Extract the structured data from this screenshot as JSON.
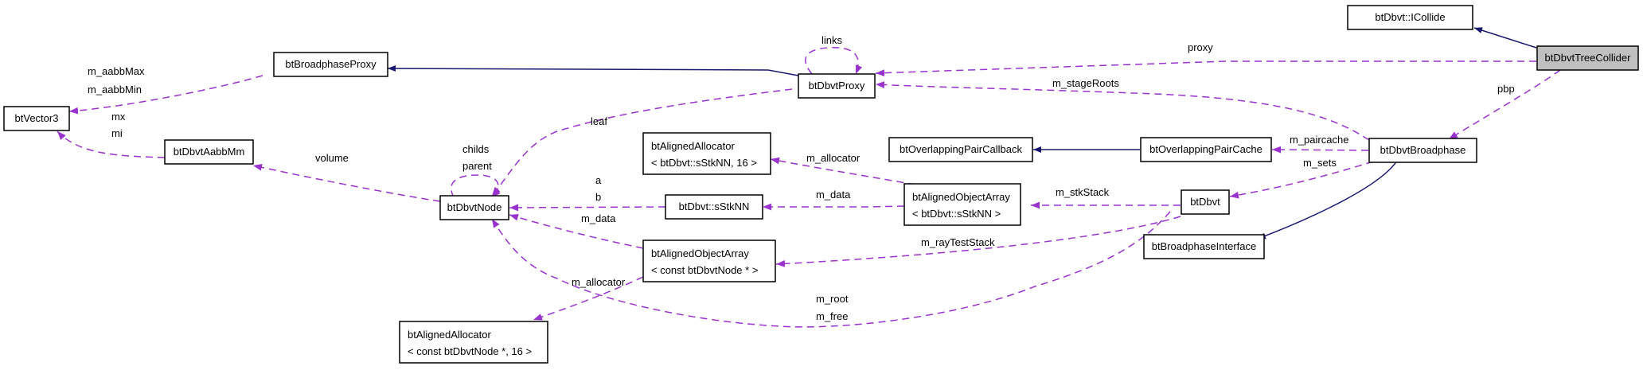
{
  "nodes": {
    "btDbvtTreeCollider": "btDbvtTreeCollider",
    "btDbvtICollide": "btDbvt::ICollide",
    "btBroadphaseProxy": "btBroadphaseProxy",
    "btDbvtProxy": "btDbvtProxy",
    "btVector3": "btVector3",
    "btDbvtAabbMm": "btDbvtAabbMm",
    "btDbvtNode": "btDbvtNode",
    "btAlignedAllocator_sStkNN": [
      "btAlignedAllocator",
      "< btDbvt::sStkNN, 16 >"
    ],
    "btDbvt_sStkNN": "btDbvt::sStkNN",
    "btAlignedObjectArray_sStkNN": [
      "btAlignedObjectArray",
      "< btDbvt::sStkNN >"
    ],
    "btOverlappingPairCallback": "btOverlappingPairCallback",
    "btOverlappingPairCache": "btOverlappingPairCache",
    "btDbvtBroadphase": "btDbvtBroadphase",
    "btDbvt": "btDbvt",
    "btBroadphaseInterface": "btBroadphaseInterface",
    "btAlignedObjectArray_constNode": [
      "btAlignedObjectArray",
      "< const btDbvtNode * >"
    ],
    "btAlignedAllocator_constNode": [
      "btAlignedAllocator",
      "< const btDbvtNode *, 16 >"
    ]
  },
  "edges": {
    "proxy": "proxy",
    "pbp": "pbp",
    "links": "links",
    "m_stageRoots": "m_stageRoots",
    "m_aabbMax": "m_aabbMax",
    "m_aabbMin": "m_aabbMin",
    "mx": "mx",
    "mi": "mi",
    "leaf": "leaf",
    "volume": "volume",
    "childs": "childs",
    "parent": "parent",
    "a": "a",
    "b": "b",
    "m_data_1": "m_data",
    "m_data_2": "m_data",
    "m_allocator_1": "m_allocator",
    "m_allocator_2": "m_allocator",
    "m_paircache": "m_paircache",
    "m_sets": "m_sets",
    "m_stkStack": "m_stkStack",
    "m_rayTestStack": "m_rayTestStack",
    "m_root": "m_root",
    "m_free": "m_free"
  },
  "colors": {
    "inheritance": "#191970",
    "usage": "#9a32cd",
    "root_fill": "#c0c0c0",
    "node_fill": "#ffffff"
  }
}
